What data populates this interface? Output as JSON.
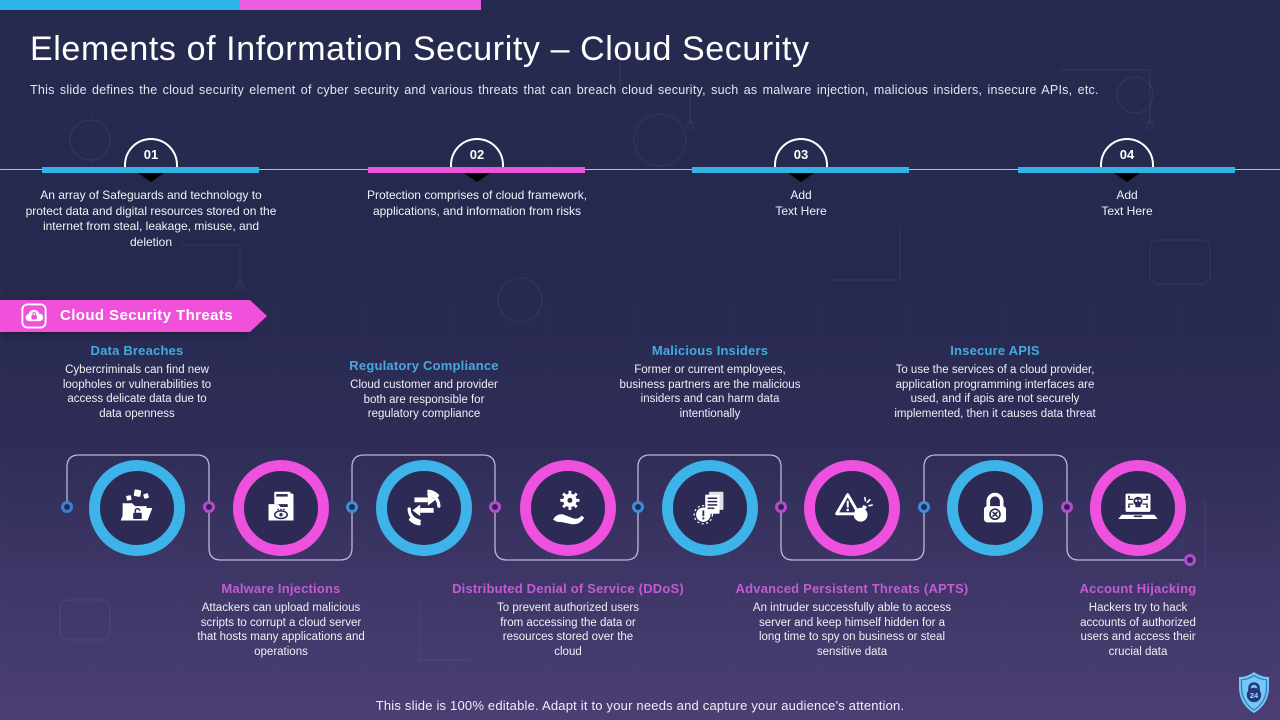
{
  "slide": {
    "title": "Elements of Information Security – Cloud Security",
    "subtitle": "This slide defines the cloud security element of cyber security and various threats that can breach cloud security, such as malware injection, malicious insiders, insecure APIs, etc.",
    "footer": "This slide is 100% editable. Adapt it to your needs and capture your audience's attention."
  },
  "colors": {
    "accent_blue": "#35b1e8",
    "accent_magenta": "#ec52dc",
    "heading_blue": "#44aade",
    "heading_magenta": "#c45bd4",
    "ribbon_pink": "#f050da",
    "background_top": "#252a4e",
    "background_bottom": "#4b3e73"
  },
  "timeline": [
    {
      "number": "01",
      "text": "An array of Safeguards and technology to protect data and digital resources stored on the internet from steal, leakage, misuse, and deletion"
    },
    {
      "number": "02",
      "text": "Protection comprises of cloud framework, applications, and information from risks"
    },
    {
      "number": "03",
      "text": "Add\nText Here"
    },
    {
      "number": "04",
      "text": "Add\nText Here"
    }
  ],
  "ribbon": {
    "label": "Cloud Security Threats",
    "icon": "cloud-lock-icon"
  },
  "threats_top": [
    {
      "title": "Data Breaches",
      "desc": "Cybercriminals can find new loopholes or vulnerabilities to access delicate data due to data openness",
      "icon": "folder-unlock-icon"
    },
    {
      "title": "Regulatory Compliance",
      "desc": "Cloud customer and provider both are responsible for regulatory compliance",
      "icon": "hands-sync-icon"
    },
    {
      "title": "Malicious Insiders",
      "desc": "Former or current employees, business partners are the malicious insiders and can harm data intentionally",
      "icon": "documents-warning-icon"
    },
    {
      "title": "Insecure APIS",
      "desc": "To use the services of a cloud provider, application programming interfaces are used, and if apis are not securely implemented, then it causes data threat",
      "icon": "padlock-x-icon"
    }
  ],
  "threats_bottom": [
    {
      "title": "Malware Injections",
      "desc": "Attackers can upload malicious scripts to corrupt a cloud server that hosts many applications and operations",
      "icon": "folder-eye-icon"
    },
    {
      "title": "Distributed Denial of Service (DDoS)",
      "desc": "To prevent authorized users from accessing the data or resources stored over the cloud",
      "icon": "hand-gear-icon"
    },
    {
      "title": "Advanced Persistent Threats (APTS)",
      "desc": "An intruder successfully able to access server and keep himself hidden for a long time to spy on business or steal sensitive data",
      "icon": "warning-bomb-icon"
    },
    {
      "title": "Account Hijacking",
      "desc": "Hackers try to hack accounts of authorized users and access their crucial data",
      "icon": "laptop-skull-icon"
    }
  ],
  "logo": {
    "label": "24",
    "icon": "shield-24-badge"
  }
}
